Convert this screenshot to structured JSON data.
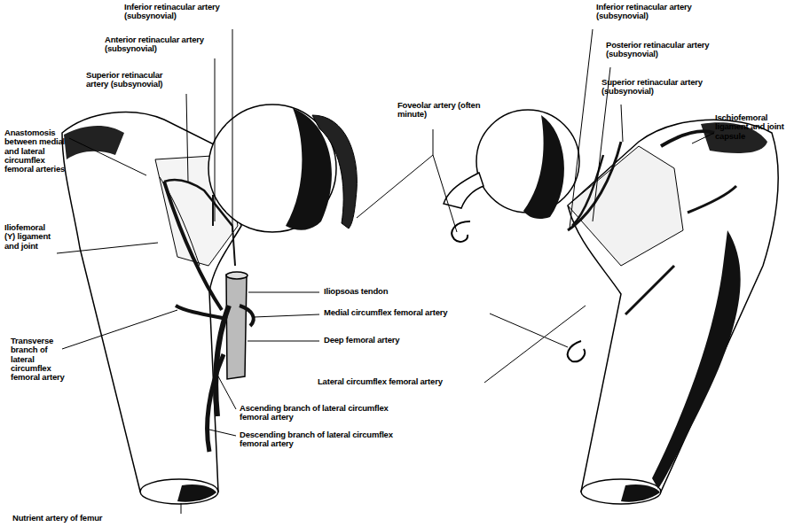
{
  "diagram": {
    "labels": [
      "Inferior retinacular artery (subsynovial)",
      "Anterior retinacular artery (subsynovial)",
      "Superior retinacular artery (subsynovial)",
      "Anastomosis between medial and lateral circumflex femoral arteries",
      "Iliofemoral (Y) ligament and joint",
      "Transverse branch of lateral circumflex femoral artery",
      "Nutrient artery of femur",
      "Iliopsoas tendon",
      "Medial circumflex femoral artery",
      "Deep femoral artery",
      "Ascending branch of lateral circumflex femoral artery",
      "Descending branch of lateral circumflex femoral artery",
      "Foveolar artery (often minute)",
      "Lateral circumflex femoral artery",
      "Inferior retinacular artery (subsynovial)",
      "Posterior retinacular artery (subsynovial)",
      "Superior retinacular artery (subsynovial)",
      "Ischiofemoral ligament and joint capsule"
    ]
  }
}
